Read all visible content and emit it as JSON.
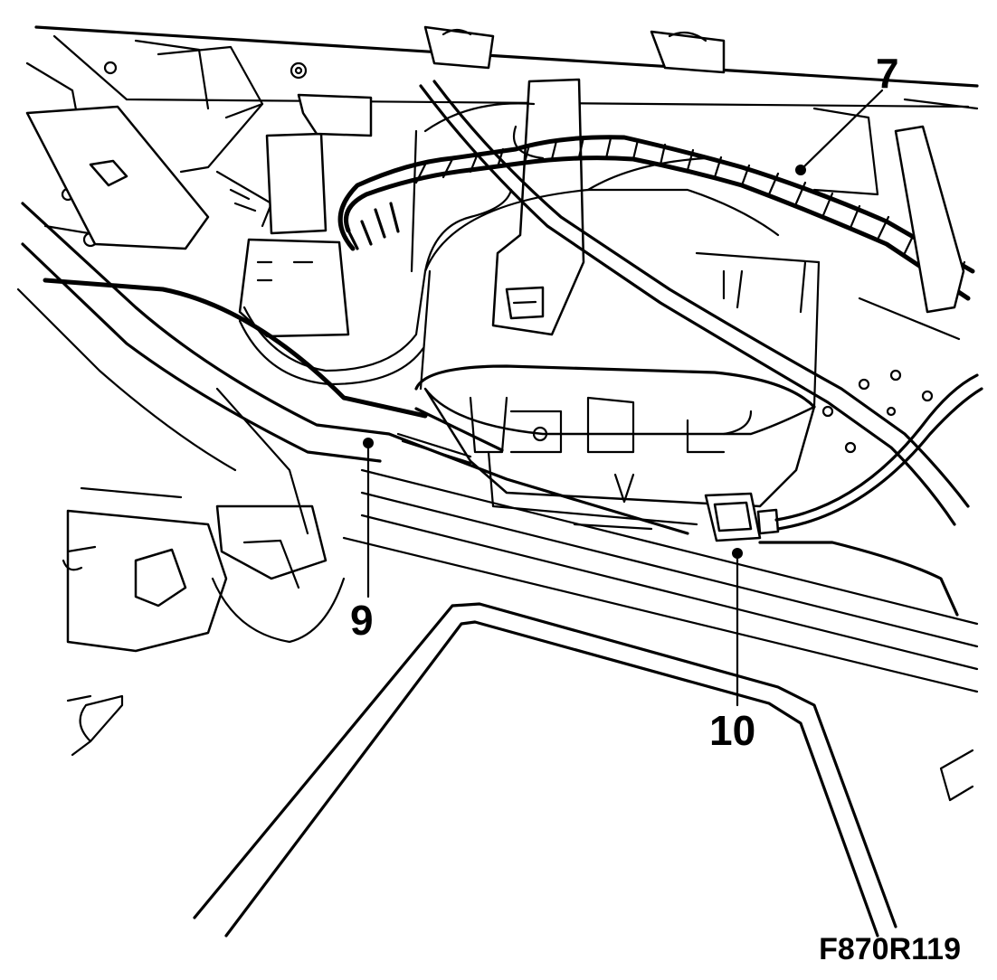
{
  "diagram": {
    "callouts": {
      "c7": "7",
      "c9": "9",
      "c10": "10"
    },
    "figure_code": "F870R119"
  },
  "colors": {
    "ink": "#000000",
    "paper": "#ffffff"
  }
}
